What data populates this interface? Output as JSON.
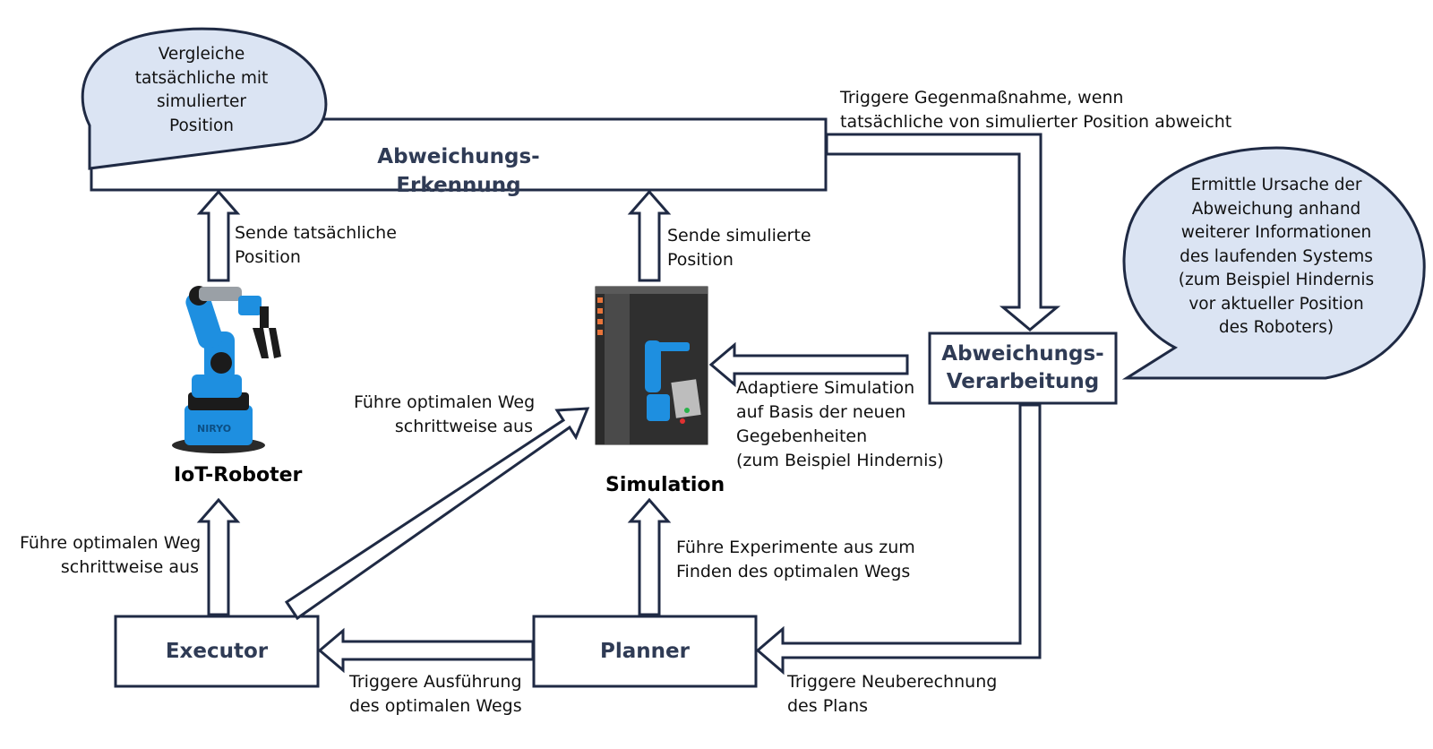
{
  "colors": {
    "box_stroke": "#1f2a44",
    "bubble_fill": "#dbe4f3",
    "robot_blue": "#1e8fe0",
    "title_text": "#2f3b55"
  },
  "boxes": {
    "detection": "Abweichungs-Erkennung",
    "processing_line1": "Abweichungs-",
    "processing_line2": "Verarbeitung",
    "executor": "Executor",
    "planner": "Planner"
  },
  "bubbles": {
    "compare": [
      "Vergleiche",
      "tatsächliche mit",
      "simulierter",
      "Position"
    ],
    "cause": [
      "Ermittle Ursache der",
      "Abweichung anhand",
      "weiterer Informationen",
      "des laufenden Systems",
      "(zum Beispiel Hindernis",
      "vor aktueller Position",
      "des Roboters)"
    ]
  },
  "captions": {
    "robot": "IoT-Roboter",
    "simulation": "Simulation"
  },
  "labels": {
    "send_actual": [
      "Sende tatsächliche",
      "Position"
    ],
    "send_simulated": [
      "Sende simulierte",
      "Position"
    ],
    "trigger_countermeasure": [
      "Triggere Gegenmaßnahme, wenn",
      "tatsächliche von simulierter Position abweicht"
    ],
    "adapt_simulation": [
      "Adaptiere Simulation",
      "auf Basis der neuen",
      "Gegebenheiten",
      "(zum Beispiel Hindernis)"
    ],
    "execute_to_sim": [
      "Führe optimalen Weg",
      "schrittweise aus"
    ],
    "execute_to_robot": [
      "Führe optimalen Weg",
      "schrittweise aus"
    ],
    "experiments": [
      "Führe Experimente aus zum",
      "Finden des optimalen Wegs"
    ],
    "trigger_execution": [
      "Triggere Ausführung",
      "des optimalen Wegs"
    ],
    "trigger_replan": [
      "Triggere Neuberechnung",
      "des Plans"
    ]
  },
  "icons": {
    "robot": "robot-arm-icon",
    "simulation": "simulation-screenshot-icon"
  }
}
